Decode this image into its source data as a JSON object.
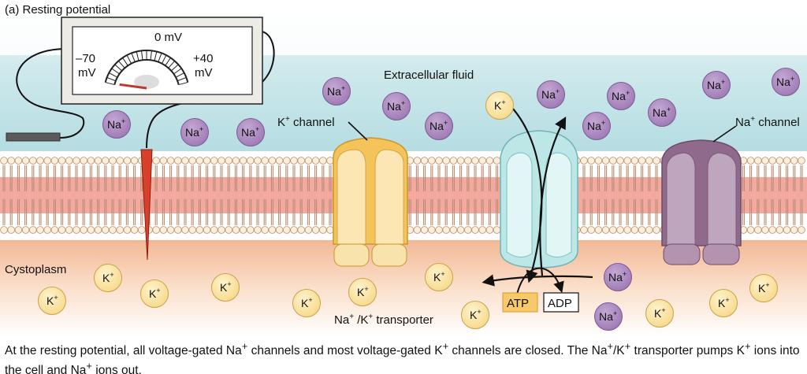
{
  "figure": {
    "panel_label": "(a) Resting potential",
    "caption_part1": "At the resting potential, all voltage-gated Na",
    "caption_part2": " channels and most voltage-gated K",
    "caption_part3": " channels are closed. The Na",
    "caption_part4": "/K",
    "caption_part5": " transporter pumps K",
    "caption_part6": " ions into the cell and Na",
    "caption_part7": " ions out.",
    "caption_sup": "+"
  },
  "voltmeter": {
    "zero_label": "0 mV",
    "left_value": "–70",
    "left_unit": "mV",
    "right_value": "+40",
    "right_unit": "mV",
    "reading_mV": -70
  },
  "regions": {
    "extracellular": "Extracellular fluid",
    "cytoplasm": "Cystoplasm"
  },
  "labels": {
    "k_channel_K": "K",
    "k_channel_rest": " channel",
    "na_channel_Na": "Na",
    "na_channel_rest": " channel",
    "transporter_Na": "Na",
    "transporter_mid": " /K",
    "transporter_rest": " transporter",
    "sup": "+",
    "atp": "ATP",
    "adp": "ADP"
  },
  "ions": {
    "na_base": "Na",
    "k_base": "K",
    "charge": "+"
  },
  "colors": {
    "extracellular_top": "#bfe2e6",
    "cytoplasm": "#f6c8a8",
    "na_ion": "#b393c6",
    "k_ion": "#fbe5a6",
    "k_channel": "#f2c15a",
    "transporter": "#b9e6e6",
    "na_channel": "#9a7697",
    "atp_box": "#f7c96a",
    "electrode": "#d9402a"
  }
}
